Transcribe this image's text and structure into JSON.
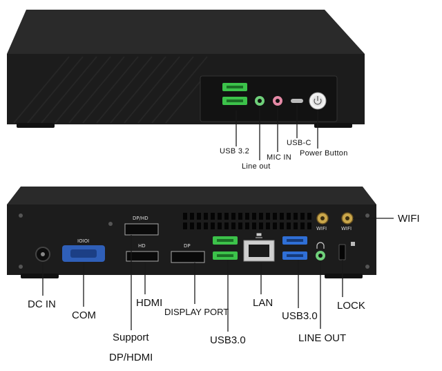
{
  "top_unit": {
    "port_labels": {
      "usb32": "USB 3.2",
      "line_out": "Line out",
      "mic_in": "MIC IN",
      "usbc": "USB-C",
      "power": "Power Button"
    }
  },
  "bottom_unit": {
    "port_labels": {
      "wifi": "WIFI",
      "dc_in": "DC IN",
      "com": "COM",
      "hdmi": "HDMI",
      "support": "Support",
      "support2": "DP/HDMI",
      "display_port": "DISPLAY PORT",
      "usb30_left": "USB3.0",
      "lan": "LAN",
      "usb30_right": "USB3.0",
      "line_out": "LINE OUT",
      "lock": "LOCK"
    },
    "panel_markings": {
      "dphd": "DP/HD",
      "hd": "HD",
      "dp": "DP",
      "com_pins": "IOIOI",
      "wifi_ant": "WIFI"
    }
  },
  "colors": {
    "chassis": "#1e1e1e",
    "panel": "#141414",
    "usb_green": "#3cc24a",
    "usb_blue": "#2f6fd6",
    "com_blue": "#2f5fb8",
    "line_out_green": "#6fd07a",
    "mic_pink": "#e58aa6",
    "lead_line": "#1a1a1a"
  }
}
